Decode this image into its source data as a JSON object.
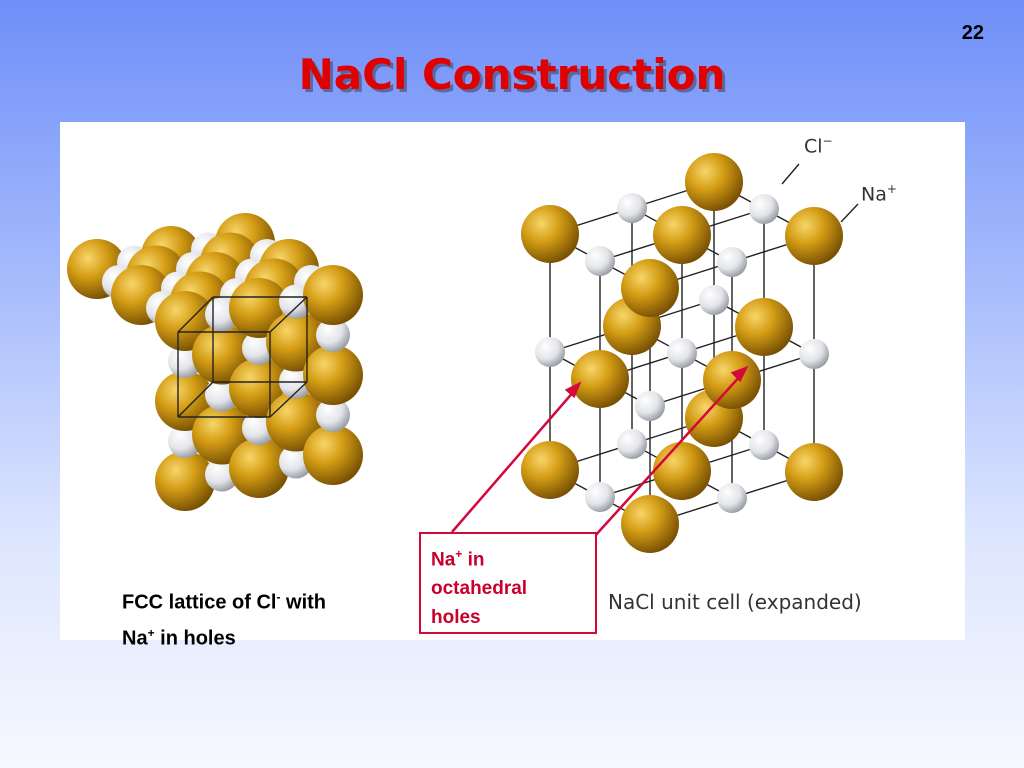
{
  "slide": {
    "number": "22",
    "title": "NaCl Construction"
  },
  "left_figure": {
    "caption_line1_a": "FCC lattice of Cl",
    "caption_line1_sup": "-",
    "caption_line1_b": " with",
    "caption_line2_a": "Na",
    "caption_line2_sup": "+",
    "caption_line2_b": " in holes"
  },
  "callout": {
    "line1_a": "Na",
    "line1_sup": "+",
    "line1_b": " in",
    "line2": "octahedral",
    "line3": "holes"
  },
  "unit_cell": {
    "caption": "NaCl unit cell (expanded)",
    "cl_label": "Cl",
    "cl_sup": "−",
    "na_label": "Na",
    "na_sup": "+"
  },
  "colors": {
    "cl_ion": "#c8900c",
    "na_ion": "#e4e6ea",
    "title": "#e00000",
    "callout": "#d3093c"
  }
}
